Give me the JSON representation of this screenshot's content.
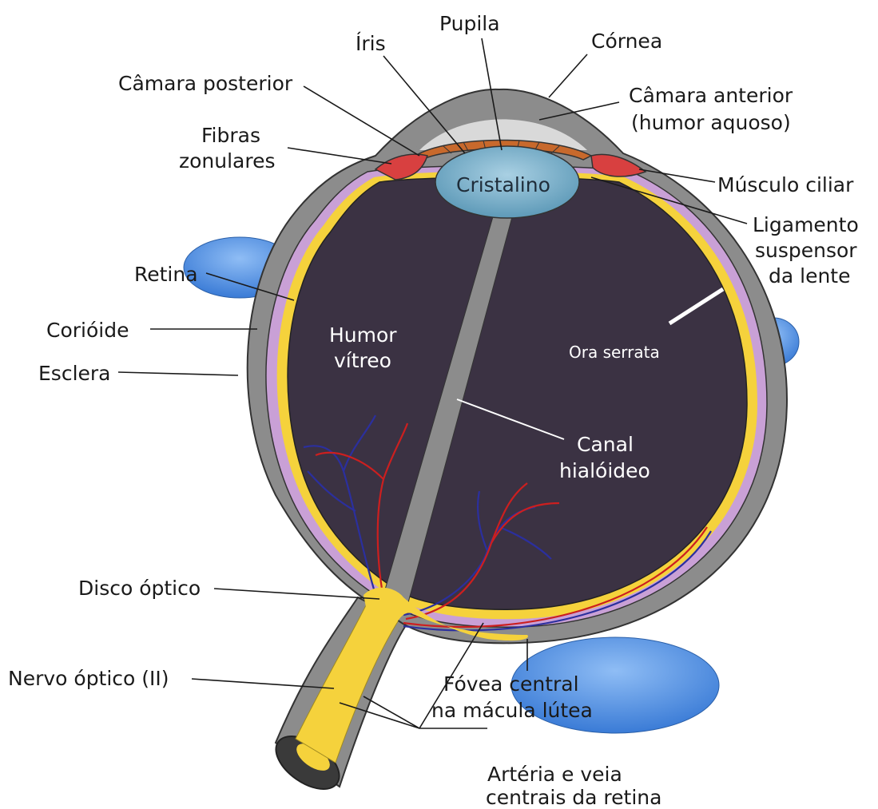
{
  "colors": {
    "sclera": "#8c8c8c",
    "choroid": "#c9a0d6",
    "retina": "#f5d23c",
    "vitreous": "#3b3243",
    "lens": "#7fb2cc",
    "iris": "#c8692c",
    "ciliary": "#d84040",
    "nerve": "#f5d23c",
    "artery": "#cc1f1f",
    "vein": "#2b2f9e",
    "overlay_ellipse": "#4a8de0"
  },
  "labels": {
    "pupila": "Pupila",
    "iris": "Íris",
    "cornea": "Córnea",
    "camara_posterior": "Câmara posterior",
    "camara_anterior_1": "Câmara anterior",
    "camara_anterior_2": "(humor aquoso)",
    "fibras_1": "Fibras",
    "fibras_2": "zonulares",
    "cristalino": "Cristalino",
    "musculo_ciliar": "Músculo ciliar",
    "ligamento_1": "Ligamento",
    "ligamento_2": "suspensor",
    "ligamento_3": "da lente",
    "retina": "Retina",
    "corioide": "Corióide",
    "esclera": "Esclera",
    "humor_vitreo_1": "Humor",
    "humor_vitreo_2": "vítreo",
    "ora_serrata": "Ora serrata",
    "canal_1": "Canal",
    "canal_2": "hialóideo",
    "disco_optico": "Disco óptico",
    "nervo_optico": "Nervo óptico (II)",
    "fovea_1": "Fóvea central",
    "fovea_2": "na mácula lútea",
    "arteria_1": "Artéria e veia",
    "arteria_2": "centrais da retina"
  }
}
